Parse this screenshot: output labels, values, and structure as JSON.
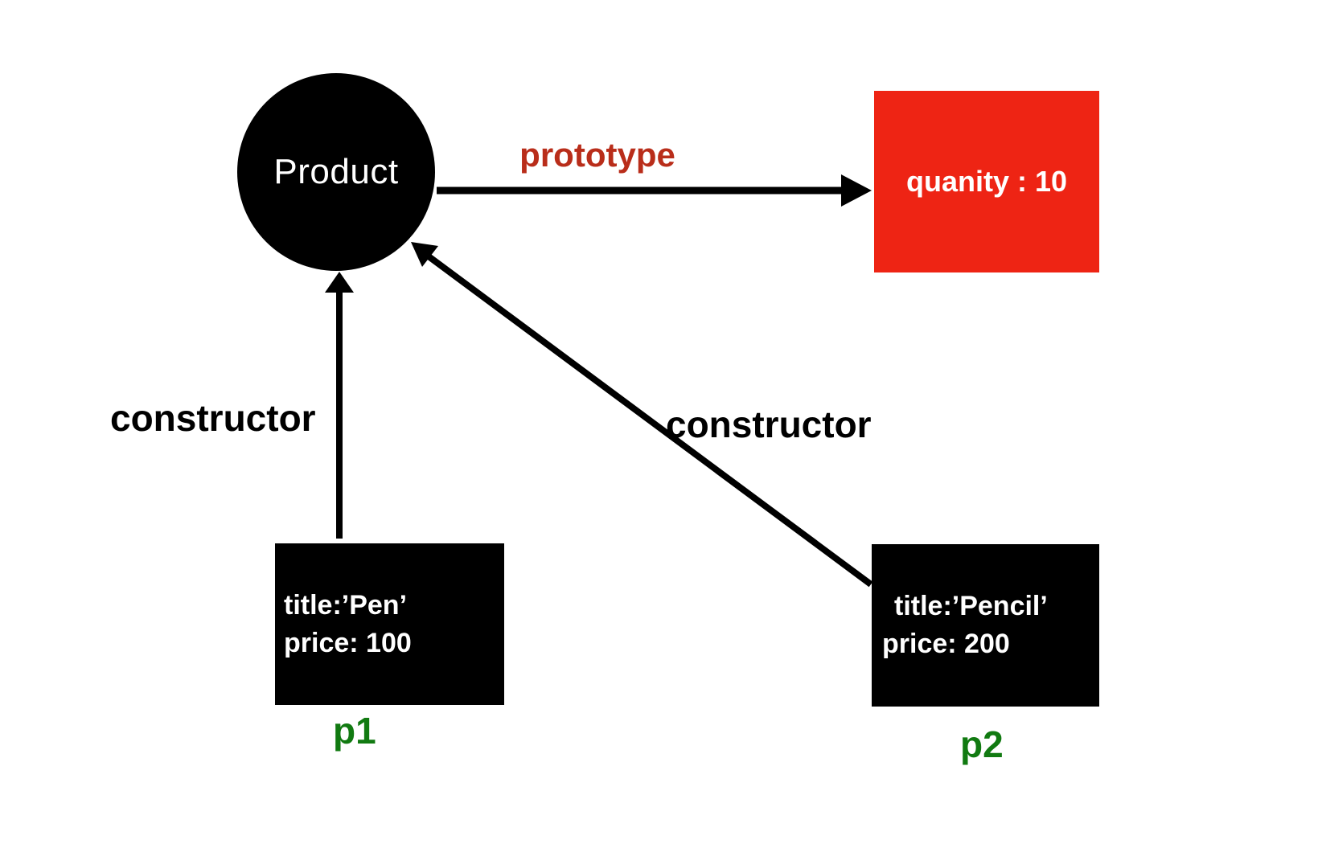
{
  "diagram": {
    "product_node": {
      "label": "Product"
    },
    "prototype_edge": {
      "label": "prototype"
    },
    "prototype_box": {
      "text": "quanity : 10"
    },
    "constructor_edge_p1": {
      "label": "constructor"
    },
    "constructor_edge_p2": {
      "label": "constructor"
    },
    "p1": {
      "lines": [
        "title:’Pen’",
        "price: 100"
      ],
      "name": "p1"
    },
    "p2": {
      "lines": [
        "title:’Pencil’",
        "price: 200"
      ],
      "name": "p2"
    }
  },
  "colors": {
    "node_fill": "#000000",
    "node_text": "#ffffff",
    "arrow": "#000000",
    "prototype_label_red": "#b92d1a",
    "prototype_box_red": "#ee2414",
    "object_box_fill": "#000000",
    "object_box_text": "#ffffff",
    "instance_label_green": "#117a11",
    "background": "#ffffff"
  }
}
